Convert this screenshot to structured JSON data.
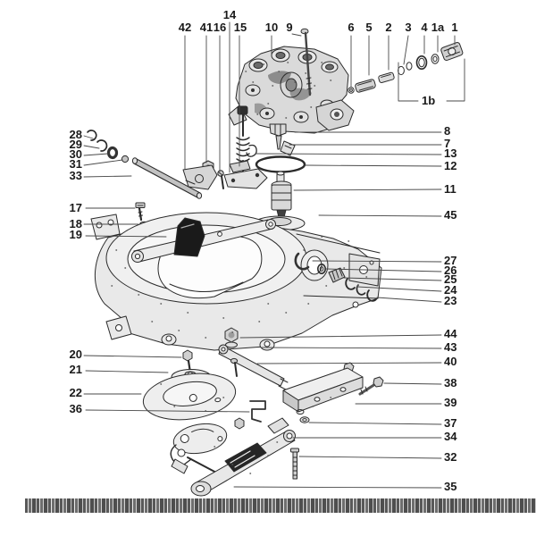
{
  "colors": {
    "ink": "#1a1a1a",
    "paper": "#ffffff",
    "leader": "#4a4a4a"
  },
  "callouts": {
    "top": [
      "42",
      "41",
      "16",
      "14",
      "15",
      "10",
      "9",
      "6",
      "5",
      "2",
      "3",
      "4",
      "1a",
      "1"
    ],
    "bracket": "1b",
    "left": [
      "28",
      "29",
      "30",
      "31",
      "33",
      "17",
      "18",
      "19",
      "20",
      "21",
      "22",
      "36"
    ],
    "right": [
      "8",
      "7",
      "13",
      "12",
      "11",
      "45",
      "27",
      "26",
      "25",
      "24",
      "23",
      "44",
      "43",
      "40",
      "38",
      "39",
      "37",
      "34",
      "32",
      "35"
    ]
  }
}
